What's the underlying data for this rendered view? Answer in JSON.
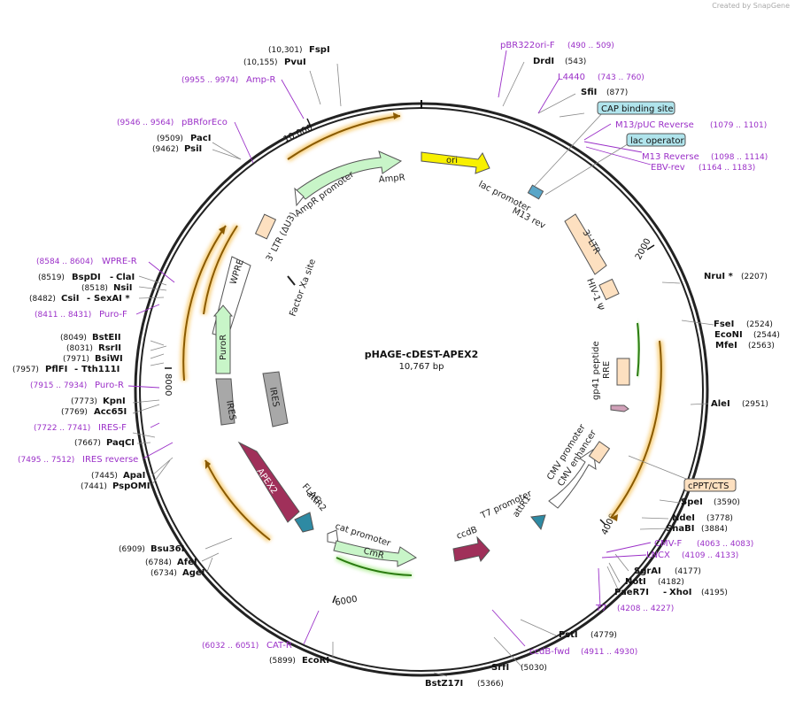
{
  "watermark": "Created by SnapGene",
  "title": "pHAGE-cDEST-APEX2",
  "size_label": "10,767 bp",
  "ticks": [
    "10,000",
    "2000",
    "4000",
    "6000",
    "8000"
  ],
  "enzymes": [
    {
      "pos": "(10,301)",
      "name": "FspI"
    },
    {
      "pos": "(10,155)",
      "name": "PvuI"
    },
    {
      "pos": "(9509)",
      "name": "PacI"
    },
    {
      "pos": "(9462)",
      "name": "PsiI"
    },
    {
      "pos": "(8519)",
      "name": "BspDI",
      "name2": "ClaI"
    },
    {
      "pos": "(8518)",
      "name": "NsiI"
    },
    {
      "pos": "(8482)",
      "name": "CsiI",
      "name2": "SexAI *"
    },
    {
      "pos": "(8049)",
      "name": "BstEII"
    },
    {
      "pos": "(8031)",
      "name": "RsrII"
    },
    {
      "pos": "(7971)",
      "name": "BsiWI"
    },
    {
      "pos": "(7957)",
      "name": "PflFI",
      "name2": "Tth111I"
    },
    {
      "pos": "(7773)",
      "name": "KpnI"
    },
    {
      "pos": "(7769)",
      "name": "Acc65I"
    },
    {
      "pos": "(7667)",
      "name": "PaqCI"
    },
    {
      "pos": "(7445)",
      "name": "ApaI"
    },
    {
      "pos": "(7441)",
      "name": "PspOMI"
    },
    {
      "pos": "(6909)",
      "name": "Bsu36I"
    },
    {
      "pos": "(6784)",
      "name": "AfeI"
    },
    {
      "pos": "(6734)",
      "name": "AgeI"
    },
    {
      "pos": "(5899)",
      "name": "EcoRI"
    },
    {
      "pos": "(5366)",
      "name": "BstZ17I"
    },
    {
      "pos": "(5030)",
      "name": "SrfI"
    },
    {
      "pos": "(4779)",
      "name": "PstI"
    },
    {
      "pos": "(4182)",
      "name": "NotI"
    },
    {
      "pos": "(4177)",
      "name": "SgrAI"
    },
    {
      "pos": "(4195)",
      "name": "PaeR7I",
      "name2": "XhoI"
    },
    {
      "pos": "(3884)",
      "name": "SnaBI"
    },
    {
      "pos": "(3778)",
      "name": "NdeI"
    },
    {
      "pos": "(3590)",
      "name": "SpeI"
    },
    {
      "pos": "(2951)",
      "name": "AleI"
    },
    {
      "pos": "(2563)",
      "name": "MfeI"
    },
    {
      "pos": "(2544)",
      "name": "EcoNI"
    },
    {
      "pos": "(2524)",
      "name": "FseI"
    },
    {
      "pos": "(2207)",
      "name": "NruI *"
    },
    {
      "pos": "(877)",
      "name": "SfiI"
    },
    {
      "pos": "(543)",
      "name": "DrdI"
    }
  ],
  "primers": [
    {
      "name": "pBR322ori-F",
      "range": "(490 .. 509)"
    },
    {
      "name": "L4440",
      "range": "(743 .. 760)"
    },
    {
      "name": "M13/pUC Reverse",
      "range": "(1079 .. 1101)"
    },
    {
      "name": "M13 Reverse",
      "range": "(1098 .. 1114)"
    },
    {
      "name": "EBV-rev",
      "range": "(1164 .. 1183)"
    },
    {
      "name": "Amp-R",
      "range": "(9955 .. 9974)"
    },
    {
      "name": "pBRforEco",
      "range": "(9546 .. 9564)"
    },
    {
      "name": "WPRE-R",
      "range": "(8584 .. 8604)"
    },
    {
      "name": "Puro-F",
      "range": "(8411 .. 8431)"
    },
    {
      "name": "Puro-R",
      "range": "(7915 .. 7934)"
    },
    {
      "name": "IRES-F",
      "range": "(7722 .. 7741)"
    },
    {
      "name": "IRES reverse",
      "range": "(7495 .. 7512)"
    },
    {
      "name": "CMV-F",
      "range": "(4063 .. 4083)"
    },
    {
      "name": "LNCX",
      "range": "(4109 .. 4133)"
    },
    {
      "name": "T7",
      "range": "(4208 .. 4227)"
    },
    {
      "name": "ccdB-fwd",
      "range": "(4911 .. 4930)"
    },
    {
      "name": "CAT-R",
      "range": "(6032 .. 6051)"
    }
  ],
  "boxed_labels": [
    "CAP binding site",
    "lac operator",
    "cPPT/CTS"
  ],
  "features": [
    "ori",
    "AmpR",
    "AmpR promoter",
    "lac promoter",
    "M13 rev",
    "3' LTR",
    "HIV-1 Ψ",
    "RRE",
    "gp41 peptide",
    "CMV promoter",
    "CMV enhancer",
    "T7 promoter",
    "attR1",
    "ccdB",
    "cat promoter",
    "CmR",
    "attR2",
    "FLAG",
    "APEX2",
    "IRES",
    "IRES",
    "PuroR",
    "WPRE",
    "3' LTR (ΔU3)",
    "Factor Xa site"
  ],
  "colors": {
    "ori": "#f8f000",
    "amp": "#c8f5c8",
    "apex": "#a0305a",
    "ires": "#a8a8a8",
    "ltr": "#fde0c0",
    "ccdb": "#a0305a",
    "attr": "#2e8aa3",
    "primer": "#9b30c8",
    "orf_line": "#d08000"
  }
}
